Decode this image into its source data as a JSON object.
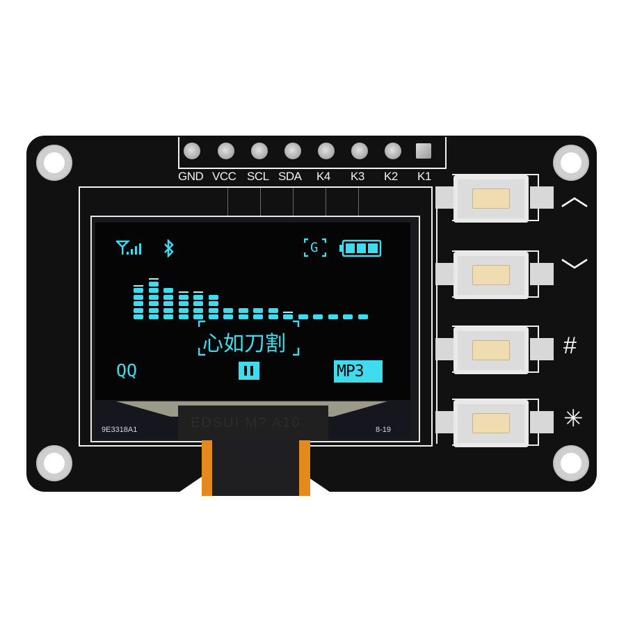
{
  "board": {
    "color": "#111112",
    "header_pins": [
      {
        "label": "GND"
      },
      {
        "label": "VCC"
      },
      {
        "label": "SCL"
      },
      {
        "label": "SDA"
      },
      {
        "label": "K4"
      },
      {
        "label": "K3"
      },
      {
        "label": "K2"
      },
      {
        "label": "K1"
      }
    ],
    "glass_labels": {
      "left": "9E3318A1",
      "right": "8-19",
      "chip": "EDSUI M? A10"
    }
  },
  "display": {
    "accent": "#3fdcf0",
    "status_bar": {
      "signal_icon": "signal-antenna-icon",
      "bluetooth_icon": "bluetooth-icon",
      "g_icon_label": "G",
      "battery_icon": "battery-full-icon"
    },
    "equalizer": {
      "bars": [
        5,
        6,
        5,
        4,
        4,
        4,
        2,
        2,
        2,
        2,
        1,
        1,
        1,
        1,
        1,
        1
      ],
      "peaks": [
        1,
        1,
        0,
        1,
        1,
        0,
        0,
        0,
        0,
        0,
        1,
        0,
        0,
        0,
        0,
        0
      ]
    },
    "song_title": "心如刀割",
    "source_label": "QQ",
    "pause_icon": "pause-icon",
    "format_badge": "MP3"
  },
  "buttons": [
    {
      "key": "K1",
      "symbol": "︿",
      "name": "up"
    },
    {
      "key": "K2",
      "symbol": "﹀",
      "name": "down"
    },
    {
      "key": "K3",
      "symbol": "#",
      "name": "hash"
    },
    {
      "key": "K4",
      "symbol": "✳",
      "name": "star"
    }
  ]
}
